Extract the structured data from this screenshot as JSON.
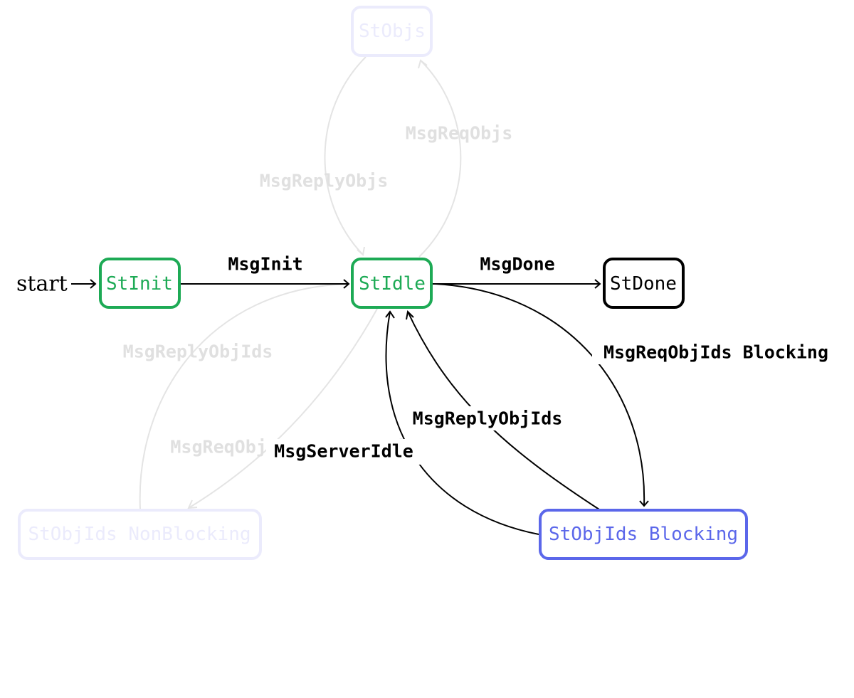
{
  "diagram": {
    "start_label": "start",
    "colors": {
      "init_green": "#1daa55",
      "blocking_blue": "#5b67ea",
      "faded_blue": "#ebebfc",
      "faded_edge": "#e4e4e4",
      "faded_label": "#e0e0e0",
      "active": "#000000"
    },
    "states": {
      "st_init": "StInit",
      "st_idle": "StIdle",
      "st_done": "StDone",
      "st_objs": "StObjs",
      "st_objids_nonblocking": "StObjIds NonBlocking",
      "st_objids_blocking": "StObjIds Blocking"
    },
    "transitions": {
      "msg_init": "MsgInit",
      "msg_done": "MsgDone",
      "msg_req_objs": "MsgReqObjs",
      "msg_reply_objs": "MsgReplyObjs",
      "msg_reply_objids_faded": "MsgReplyObjIds",
      "msg_req_objids_nonblocking": "MsgReqObjIds NonBlocking",
      "msg_req_objids_blocking": "MsgReqObjIds Blocking",
      "msg_reply_objids": "MsgReplyObjIds",
      "msg_server_idle": "MsgServerIdle"
    }
  }
}
